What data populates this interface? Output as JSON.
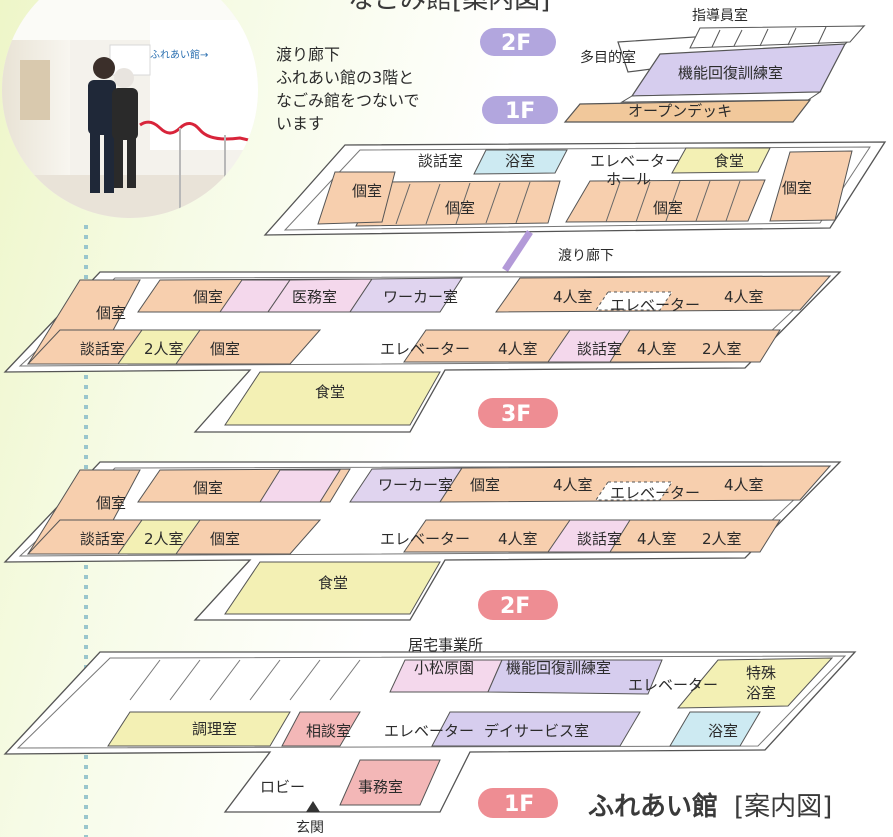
{
  "header": {
    "top_title_fragment": "なごみ館[案内図]"
  },
  "colors": {
    "private": "#f7cfae",
    "lounge": "#f4d8ec",
    "bath": "#cdeaf2",
    "dining": "#f3f0b4",
    "office": "#f3b7b7",
    "training": "#d6cdee",
    "deck": "#f1c89b",
    "corridor": "#ffffff",
    "badge_pink": "#ee8d93",
    "badge_purple": "#b2a6de",
    "outline": "#555555"
  },
  "photo": {
    "caption_lines": [
      "渡り廊下",
      "ふれあい館の3階と",
      "なごみ館をつないで",
      "います"
    ],
    "sign_text": "ふれあい館→"
  },
  "nagomi": {
    "badges": {
      "upper": "2F",
      "lower": "1F"
    },
    "labels": {
      "instructor": "指導員室",
      "multipurpose": "多目的室",
      "rehab": "機能回復訓練室",
      "deck": "オープンデッキ"
    }
  },
  "fureai3_top": {
    "labels": {
      "lounge": "談話室",
      "bath": "浴室",
      "elevator_hall_1": "エレベーター",
      "elevator_hall_2": "ホール",
      "dining": "食堂",
      "private_left": "個室",
      "private_center_left": "個室",
      "private_center_right": "個室",
      "private_right": "個室"
    },
    "walkway_label": "渡り廊下"
  },
  "floor3": {
    "badge": "3F",
    "labels": {
      "private_top": "個室",
      "medical": "医務室",
      "worker": "ワーカー室",
      "four_top_left": "4人室",
      "elevator_top": "エレベーター",
      "four_top_right": "4人室",
      "private_left": "個室",
      "lounge_left": "談話室",
      "two_left": "2人室",
      "private_bottom": "個室",
      "elevator_bottom": "エレベーター",
      "four_bottom": "4人室",
      "lounge_right": "談話室",
      "four_right": "4人室",
      "two_right": "2人室",
      "dining": "食堂"
    }
  },
  "floor2": {
    "badge": "2F",
    "labels": {
      "private_top": "個室",
      "worker": "ワーカー室",
      "private_worker": "個室",
      "four_top_left": "4人室",
      "elevator_top": "エレベーター",
      "four_top_right": "4人室",
      "private_left": "個室",
      "lounge_left": "談話室",
      "two_left": "2人室",
      "private_bottom": "個室",
      "elevator_bottom": "エレベーター",
      "four_bottom": "4人室",
      "lounge_right": "談話室",
      "four_right": "4人室",
      "two_right": "2人室",
      "dining": "食堂"
    }
  },
  "floor1": {
    "badge": "1F",
    "labels": {
      "home_office": "居宅事業所",
      "komatsubara": "小松原園",
      "rehab": "機能回復訓練室",
      "elevator_top": "エレベーター",
      "special_bath_1": "特殊",
      "special_bath_2": "浴室",
      "kitchen": "調理室",
      "consult": "相談室",
      "elevator_bottom": "エレベーター",
      "day_service": "デイサービス室",
      "bath": "浴室",
      "lobby": "ロビー",
      "office": "事務室",
      "entrance": "玄関"
    }
  },
  "footer": {
    "title_main": "ふれあい館",
    "title_sub": "[案内図]"
  }
}
